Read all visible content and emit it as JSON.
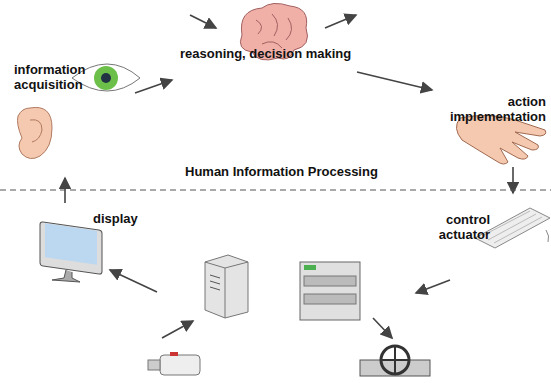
{
  "diagram": {
    "labels": [
      "information acquisition",
      "reasoning, decision making",
      "action implementation",
      "Human Information Processing",
      "display",
      "control actuator"
    ]
  }
}
